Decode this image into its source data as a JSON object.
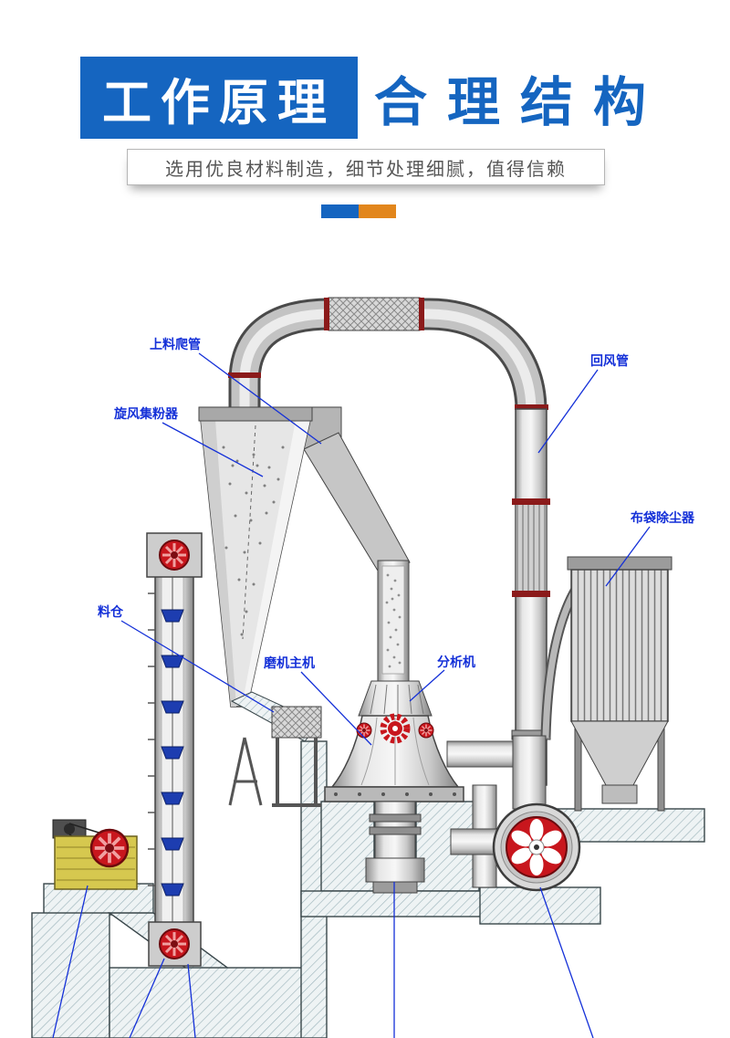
{
  "header": {
    "title_highlight": "工作原理",
    "title_rest": "合理结构",
    "subtitle": "选用优良材料制造，细节处理细腻，值得信赖",
    "accent_blue": "#1565c0",
    "accent_orange": "#e2861c"
  },
  "diagram": {
    "labels": [
      {
        "id": "feed-climbing-pipe",
        "text": "上料爬管"
      },
      {
        "id": "cyclone-collector",
        "text": "旋风集粉器"
      },
      {
        "id": "material-silo",
        "text": "料仓"
      },
      {
        "id": "mill-main-unit",
        "text": "磨机主机"
      },
      {
        "id": "analyzer",
        "text": "分析机"
      },
      {
        "id": "return-air-pipe",
        "text": "回风管"
      },
      {
        "id": "bag-dust-collector",
        "text": "布袋除尘器"
      }
    ],
    "colors": {
      "label_blue": "#1430d8",
      "machine_red": "#c8161d",
      "bucket_blue": "#1d3db0",
      "crusher_yellow": "#d6c84f",
      "metal_gray": "#c6c6c6"
    }
  }
}
